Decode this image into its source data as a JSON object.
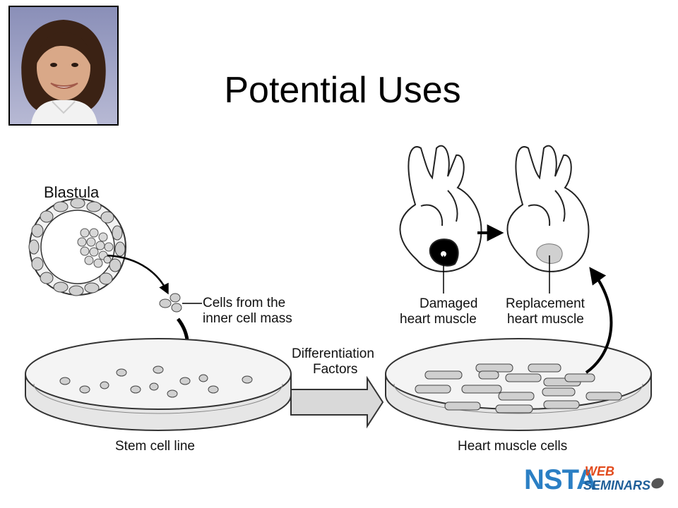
{
  "slide": {
    "title": "Potential Uses"
  },
  "diagram": {
    "blastula_label": "Blastula",
    "inner_cells_label_1": "Cells from the",
    "inner_cells_label_2": "inner cell mass",
    "diff_label_1": "Differentiation",
    "diff_label_2": "Factors",
    "damaged_label_1": "Damaged",
    "damaged_label_2": "heart muscle",
    "replacement_label_1": "Replacement",
    "replacement_label_2": "heart muscle",
    "stem_dish_label": "Stem cell line",
    "heart_dish_label": "Heart muscle cells"
  },
  "logo": {
    "nsta": "NSTA",
    "web": "WEB",
    "seminars": "SEMINARS"
  },
  "colors": {
    "dish_fill": "#e6e6e6",
    "cell_fill": "#cfcfcf",
    "arrow_fill": "#d9d9d9",
    "logo_blue": "#2b7fc4",
    "logo_orange": "#e24a1c"
  }
}
